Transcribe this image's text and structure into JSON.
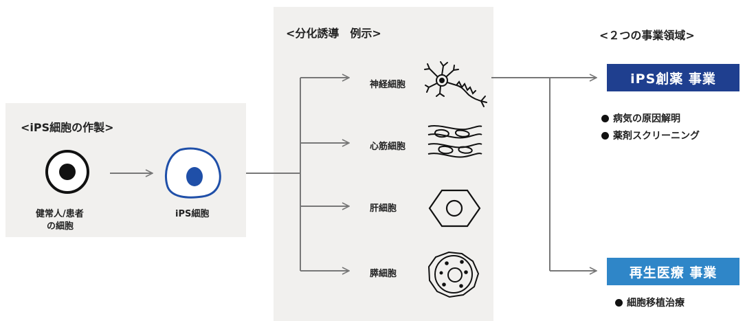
{
  "creation": {
    "title": "<iPS細胞の作製>",
    "source_label_line1": "健常人/患者",
    "source_label_line2": "の細胞",
    "ips_label": "iPS細胞"
  },
  "differentiation": {
    "title": "<分化誘導　例示>",
    "cells": [
      "神経細胞",
      "心筋細胞",
      "肝細胞",
      "膵細胞"
    ]
  },
  "business": {
    "title": "<２つの事業領域>",
    "drug_discovery": {
      "label": "iPS創薬 事業",
      "color": "#1f3f8f",
      "bullets": [
        "病気の原因解明",
        "薬剤スクリーニング"
      ]
    },
    "regenerative": {
      "label": "再生医療 事業",
      "color": "#2f86c8",
      "bullets": [
        "細胞移植治療"
      ]
    }
  },
  "colors": {
    "arrow": "#777777",
    "panel": "#f1f0ee",
    "ips_nucleus": "#1f4fa8"
  },
  "icons": [
    "somatic-cell-icon",
    "ips-cell-icon",
    "neuron-icon",
    "cardiomyocyte-icon",
    "hepatocyte-icon",
    "pancreatic-cell-icon"
  ]
}
